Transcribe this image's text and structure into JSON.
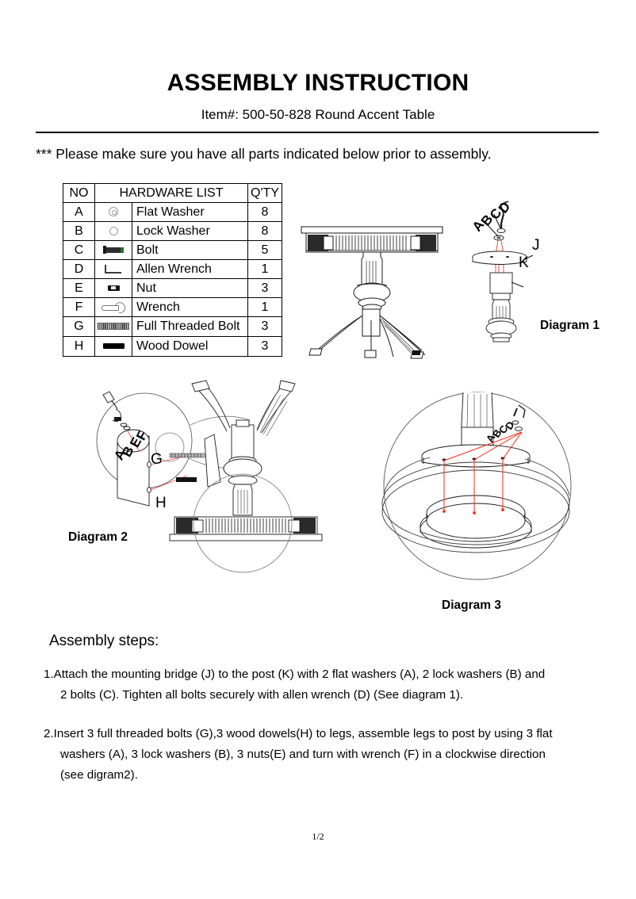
{
  "header": {
    "title": "ASSEMBLY INSTRUCTION",
    "subtitle": "Item#: 500-50-828 Round Accent Table",
    "notice": "*** Please make sure you have all parts indicated below prior to assembly."
  },
  "hardware_table": {
    "columns": {
      "no": "NO",
      "list": "HARDWARE LIST",
      "qty": "Q'TY"
    },
    "rows": [
      {
        "no": "A",
        "icon": "flat-washer-icon",
        "name": "Flat Washer",
        "qty": "8"
      },
      {
        "no": "B",
        "icon": "lock-washer-icon",
        "name": "Lock Washer",
        "qty": "8"
      },
      {
        "no": "C",
        "icon": "bolt-icon",
        "name": "Bolt",
        "qty": "5"
      },
      {
        "no": "D",
        "icon": "allen-wrench-icon",
        "name": "Allen Wrench",
        "qty": "1"
      },
      {
        "no": "E",
        "icon": "nut-icon",
        "name": "Nut",
        "qty": "3"
      },
      {
        "no": "F",
        "icon": "wrench-icon",
        "name": "Wrench",
        "qty": "1"
      },
      {
        "no": "G",
        "icon": "threaded-bolt-icon",
        "name": "Full Threaded Bolt",
        "qty": "3"
      },
      {
        "no": "H",
        "icon": "wood-dowel-icon",
        "name": "Wood Dowel",
        "qty": "3"
      }
    ]
  },
  "diagrams": {
    "diagram1": {
      "caption": "Diagram 1",
      "callouts": [
        "A",
        "B",
        "C",
        "D",
        "J",
        "K"
      ]
    },
    "diagram2": {
      "caption": "Diagram 2",
      "callouts": [
        "A",
        "B",
        "E",
        "F",
        "G",
        "H"
      ]
    },
    "diagram3": {
      "caption": "Diagram 3",
      "callouts": [
        "A",
        "B",
        "C",
        "D"
      ]
    }
  },
  "assembly": {
    "title": "Assembly steps:",
    "steps": [
      {
        "line1": "1.Attach the mounting bridge (J) to the post (K) with 2 flat washers (A), 2 lock washers (B) and",
        "line2": "2 bolts (C). Tighten all bolts securely with allen wrench (D) (See diagram 1)."
      },
      {
        "line1": "2.Insert 3 full threaded bolts (G),3 wood dowels(H) to legs, assemble legs to post by using 3 flat",
        "line2": "washers (A), 3 lock washers (B), 3 nuts(E) and turn with wrench (F) in a clockwise direction",
        "line3": "(see digram2)."
      }
    ]
  },
  "footer": {
    "page_number": "1/2"
  },
  "colors": {
    "ink": "#000000",
    "line": "#333333",
    "accent_red": "#ff0000",
    "paper": "#ffffff"
  }
}
